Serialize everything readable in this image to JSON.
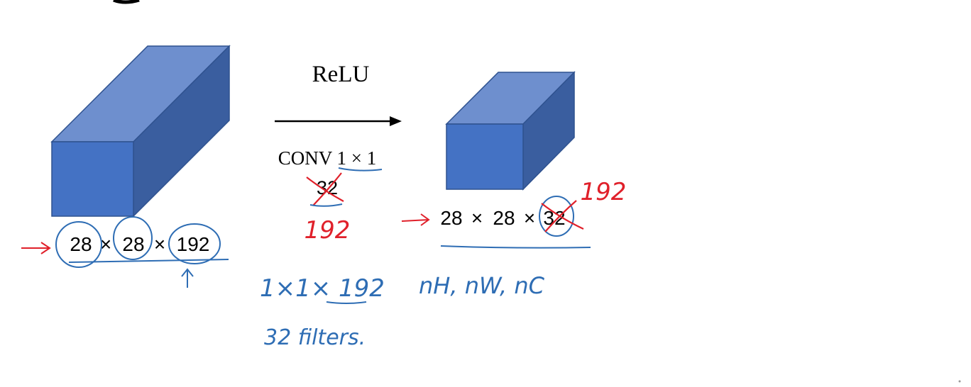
{
  "diagram": {
    "layer": {
      "activation": "ReLU",
      "conv_label": "CONV 1 × 1",
      "filters_original": "32",
      "filters_replacement": "192"
    },
    "input_volume": {
      "height": "28",
      "width": "28",
      "channels": "192",
      "times": "×"
    },
    "output_volume": {
      "height": "28",
      "width": "28",
      "channels_original": "32",
      "channels_replacement": "192",
      "times": "×"
    },
    "notes": {
      "filter_shape": "1×1× 192",
      "filter_count": "32 filters.",
      "dims_notation": "nH, nW, nC"
    },
    "colors": {
      "cube_front": "#4472C4",
      "cube_top": "#6E8FCE",
      "cube_side": "#3A5E9F",
      "cube_edge": "#2F528F",
      "ink_blue": "#2E6DB4",
      "ink_red": "#E0202A"
    }
  }
}
